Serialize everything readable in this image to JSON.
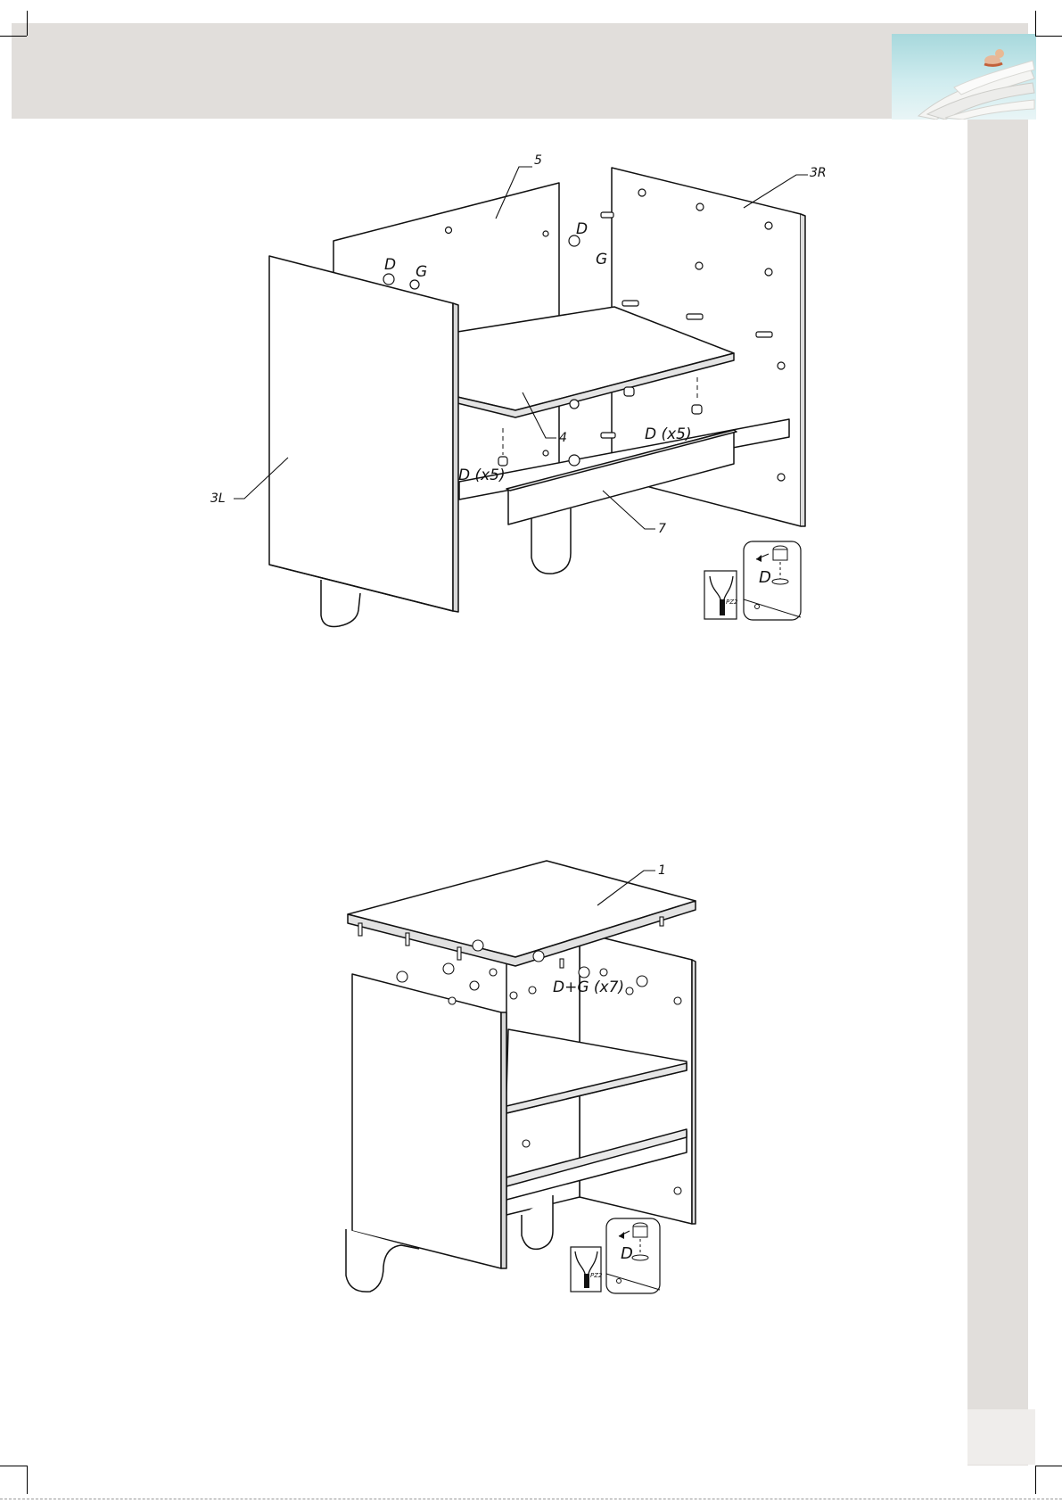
{
  "step1": {
    "labels": {
      "part_5": "5",
      "part_3r": "3R",
      "part_3l": "3L",
      "part_4": "4",
      "part_7": "7",
      "d_left": "D",
      "g_left": "G",
      "d_right": "D",
      "g_right": "G",
      "d_x5_left": "D (x5)",
      "d_x5_right": "D (x5)"
    },
    "inset": {
      "tool": "PZ2",
      "detail": "D"
    }
  },
  "step2": {
    "labels": {
      "part_1": "1",
      "d_g_x7": "D+G   (x7)"
    },
    "inset": {
      "tool": "PZ2",
      "detail": "D"
    }
  },
  "colors": {
    "header_band": "#e1dedb",
    "line": "#111111"
  }
}
